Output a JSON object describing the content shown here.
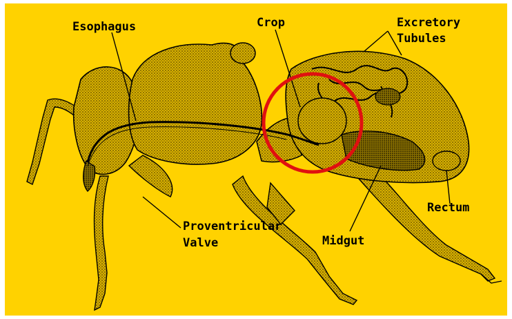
{
  "diagram": {
    "background_color": "#ffd200",
    "body_fill_color": "#c9a400",
    "outline_color": "#000000",
    "highlight_color": "#e01010",
    "labels": {
      "esophagus": "Esophagus",
      "crop": "Crop",
      "excretory_tubules_line1": "Excretory",
      "excretory_tubules_line2": "Tubules",
      "rectum": "Rectum",
      "proventricular_line1": "Proventricular",
      "proventricular_line2": "Valve",
      "midgut": "Midgut"
    }
  }
}
